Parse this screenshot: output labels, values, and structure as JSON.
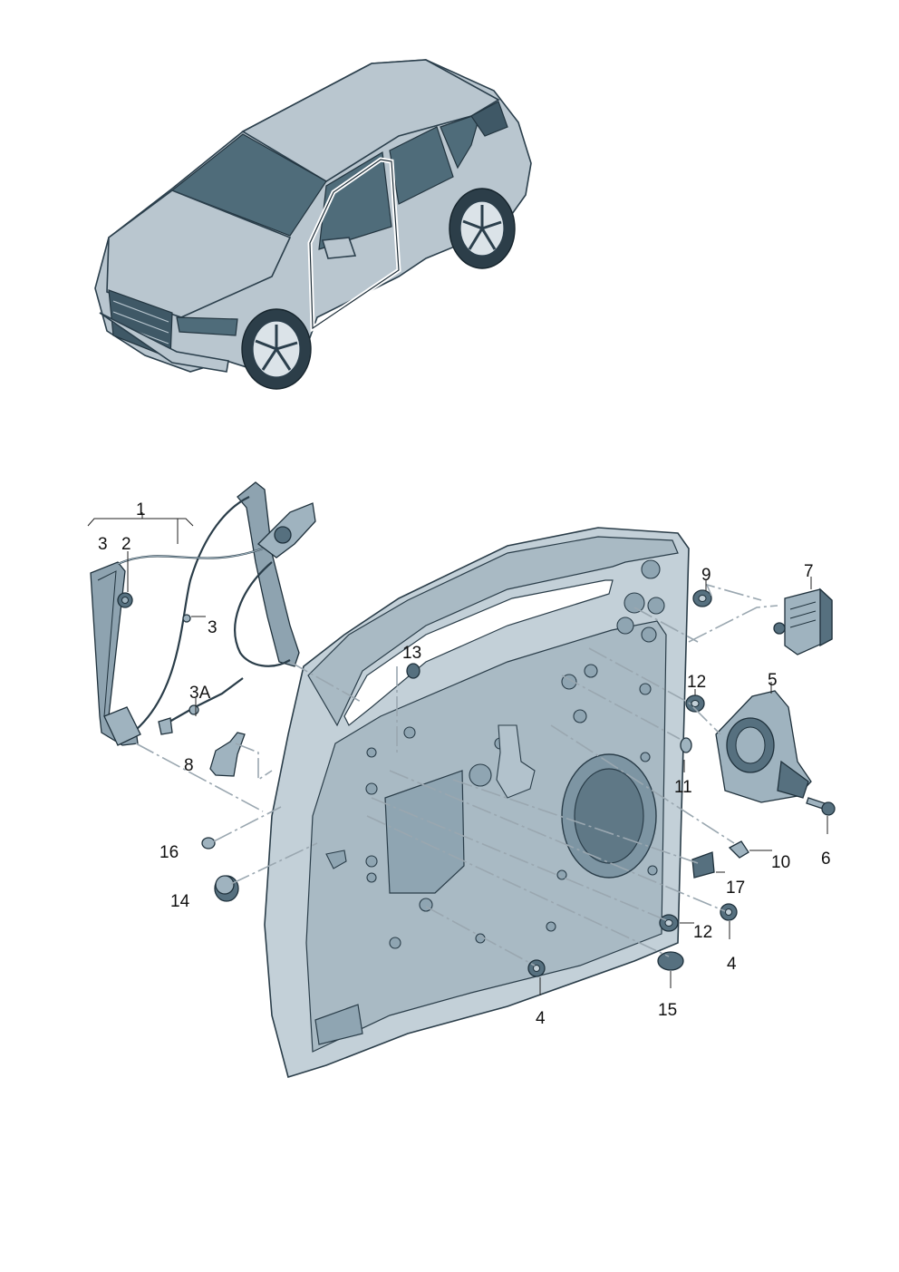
{
  "callouts": {
    "c1": "1",
    "c2": "2",
    "c3a": "3",
    "c3b": "3",
    "c3A": "3A",
    "c4a": "4",
    "c4b": "4",
    "c5": "5",
    "c6": "6",
    "c7": "7",
    "c8": "8",
    "c9": "9",
    "c10": "10",
    "c11": "11",
    "c12a": "12",
    "c12b": "12",
    "c13": "13",
    "c14": "14",
    "c15": "15",
    "c16": "16",
    "c17": "17"
  }
}
